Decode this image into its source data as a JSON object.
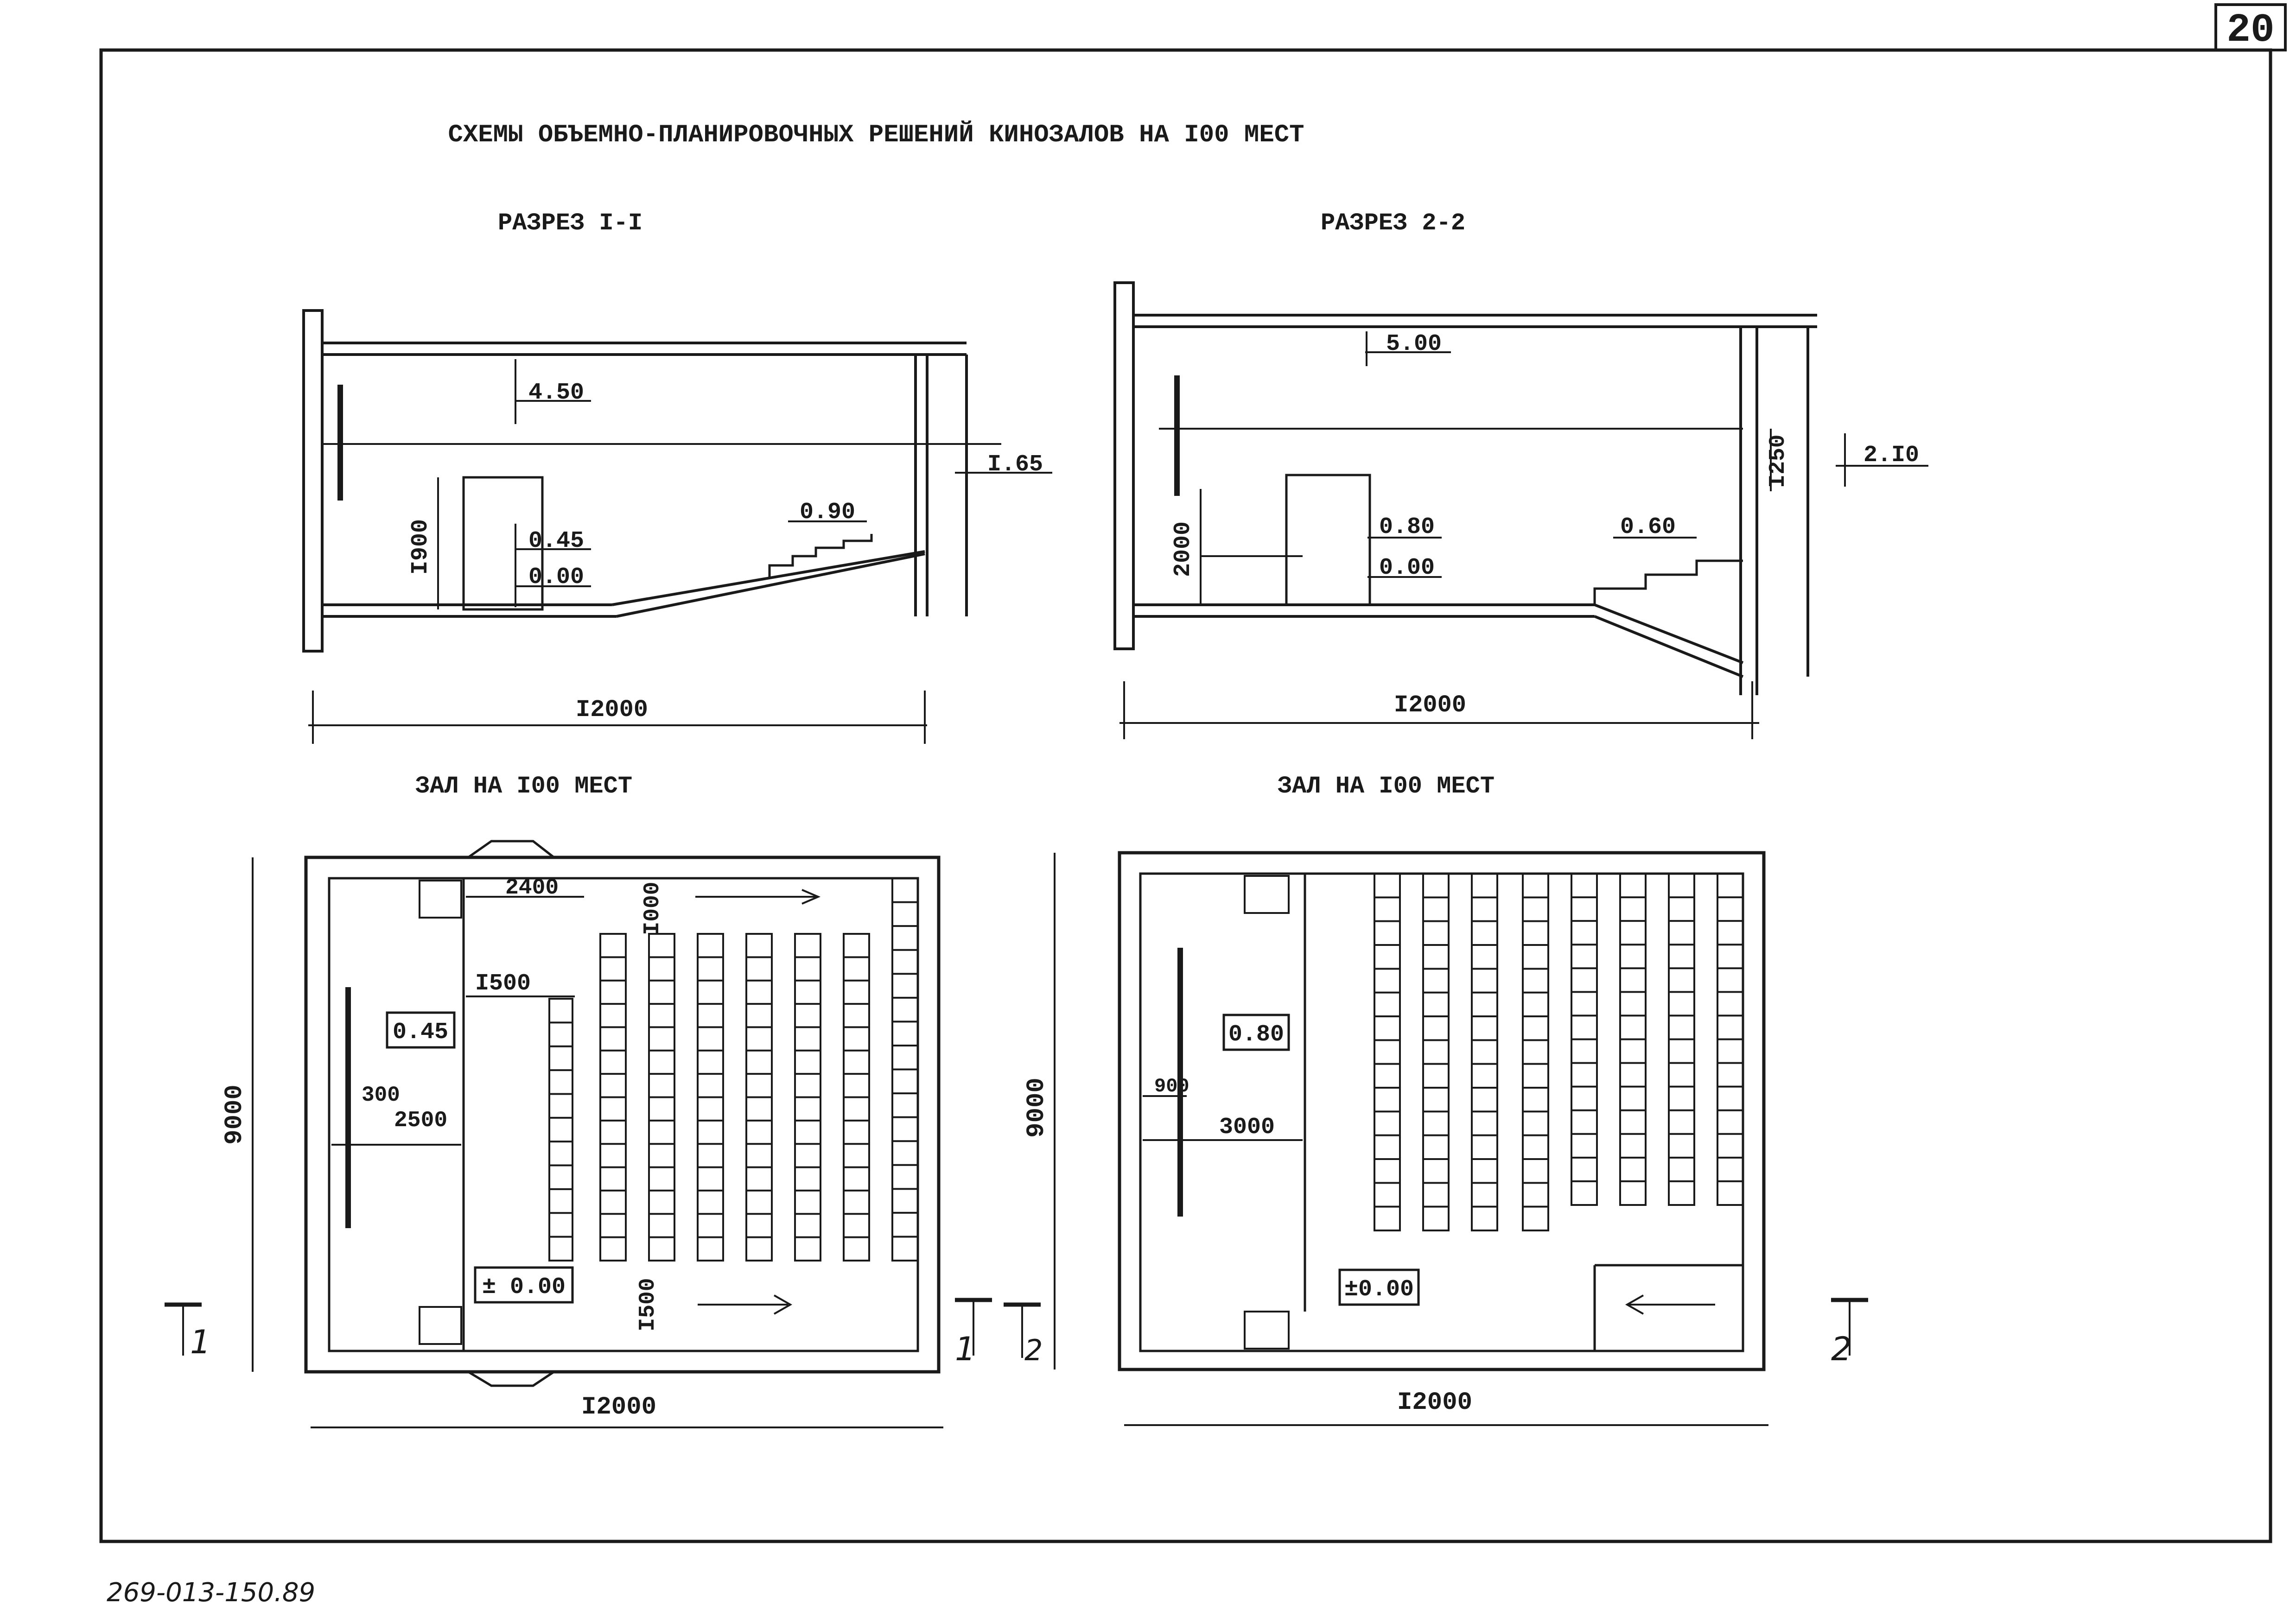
{
  "page_number": "20",
  "title": "СХЕМЫ ОБЪЕМНО-ПЛАНИРОВОЧНЫХ РЕШЕНИЙ КИНОЗАЛОВ НА I00 МЕСТ",
  "section1": {
    "title": "РАЗРЕЗ I-I",
    "elev_ceiling": "4.50",
    "elev_right": "I.65",
    "elev_step": "0.90",
    "elev_stage": "0.45",
    "elev_zero": "0.00",
    "dim_height": "I900",
    "dim_width": "I2000"
  },
  "section2": {
    "title": "РАЗРЕЗ 2-2",
    "elev_ceiling": "5.00",
    "elev_right": "2.I0",
    "dim_right": "I250",
    "elev_stage": "0.80",
    "elev_zero": "0.00",
    "elev_step": "0.60",
    "dim_height": "2000",
    "dim_width": "I2000"
  },
  "plan1": {
    "title": "ЗАЛ НА I00 МЕСТ",
    "dim_2400": "2400",
    "dim_1000": "I000",
    "dim_1500_top": "I500",
    "stage_level": "0.45",
    "dim_300": "300",
    "dim_2500": "2500",
    "floor_level": "± 0.00",
    "dim_1500_bottom": "I500",
    "dim_height": "9000",
    "dim_width": "I2000",
    "cut_left": "1",
    "cut_right": "1"
  },
  "plan2": {
    "title": "ЗАЛ НА I00 МЕСТ",
    "stage_level": "0.80",
    "dim_900": "900",
    "dim_3000": "3000",
    "floor_level": "±0.00",
    "dim_height": "9000",
    "dim_width": "I2000",
    "cut_left": "2",
    "cut_right": "2"
  },
  "footer_code": "269-013-150.89"
}
